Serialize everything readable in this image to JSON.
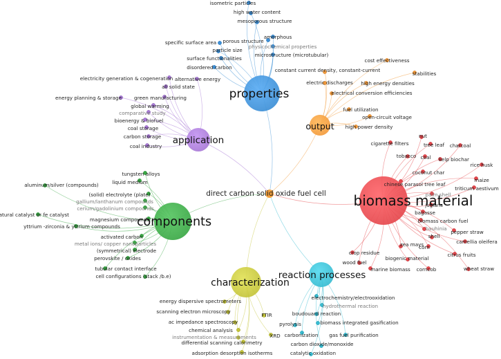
{
  "title": "",
  "center": {
    "label": "direct carbon solid oxide fuel cell",
    "color": "#f5a03c"
  },
  "clusters": [
    {
      "key": "properties",
      "label": "properties",
      "color": "#3d8fd6",
      "terms": [
        "isometric particles",
        "high water content",
        "mesoporous structure",
        "amorphous",
        "porous structure",
        "physicochemical properties",
        "specific surface area",
        "particle size",
        "surface functionalities",
        "microstructure (microtubular)",
        "disordered carbon"
      ]
    },
    {
      "key": "output",
      "label": "output",
      "color": "#f39a3b",
      "terms": [
        "cost effectiveness",
        "constant current density,  constant-current",
        "stabilities",
        "electric discharges",
        "high energy densities",
        "electrical conversion efficiencies",
        "fuel utilization",
        "open-circuit voltage",
        "high power density"
      ]
    },
    {
      "key": "application",
      "label": "application",
      "color": "#a879d6",
      "terms": [
        "electricity generation & cogeneration",
        "alternative energy",
        "all solid state",
        "energy planning & storage",
        "green manufacturing",
        "global warming",
        "comparative study",
        "bioenergy & biofuel",
        "coal storage",
        "carbon storage",
        "coal industry"
      ]
    },
    {
      "key": "biomass",
      "label": "biomass material",
      "color": "#e5484d",
      "terms": [
        "cigarette filters",
        "nut",
        "tree leaf",
        "charcoal",
        "tobacco",
        "coal",
        "kelp biochar",
        "rice husk",
        "coconut char",
        "chinese parasol tree leaf",
        "maize",
        "triticum aestivum",
        "palm shell",
        "juglans",
        "bagasse",
        "biomass carbon fuel",
        "bauhinia",
        "shell",
        "pepper straw",
        "camellia oleifera",
        "corn",
        "citrus fruits",
        "zea mays",
        "biogenic material",
        "crop residue",
        "wood fuel",
        "marine biomass",
        "corncob",
        "wheat straw"
      ]
    },
    {
      "key": "components",
      "label": "components",
      "color": "#3aa845",
      "terms": [
        "tungsten alloys",
        "liquid medium",
        "aluminum/silver (compounds)",
        "(solid) electrolyte (plate)",
        "gallium/lanthanum compounds",
        "cerium/gadolinium compounds",
        "natural catalyst  or fe catalyst",
        "magnesium compounds",
        "yttrium -zirconia  &  yttrium compounds",
        "activated carbon",
        "metal ions/ copper nanoparticles",
        "(symmetrical) electrode",
        "perovskite / oxides",
        "tubular contact interface",
        "cell configurations (stack /b.e)"
      ]
    },
    {
      "key": "characterization",
      "label": "characterization",
      "color": "#c4c43a",
      "terms": [
        "energy dispersive spectrometers",
        "scanning electron microscopy",
        "FTIR",
        "ac impedance spectroscopy",
        "chemical analysis",
        "instrumentation & measurements",
        "differential scanning calorimetry",
        "XRD",
        "adsorption desorption isotherms"
      ]
    },
    {
      "key": "reaction",
      "label": "reaction processes",
      "color": "#38bcd1",
      "terms": [
        "electrochemistry/electrooxidation",
        "hydrothermal reaction",
        "boudouard reaction",
        "pyrolysis",
        "biomass integrated gasification",
        "carbonization",
        "gas fuel purification",
        "carbon dioxide/monoxide",
        "catalytic oxidation"
      ]
    }
  ]
}
